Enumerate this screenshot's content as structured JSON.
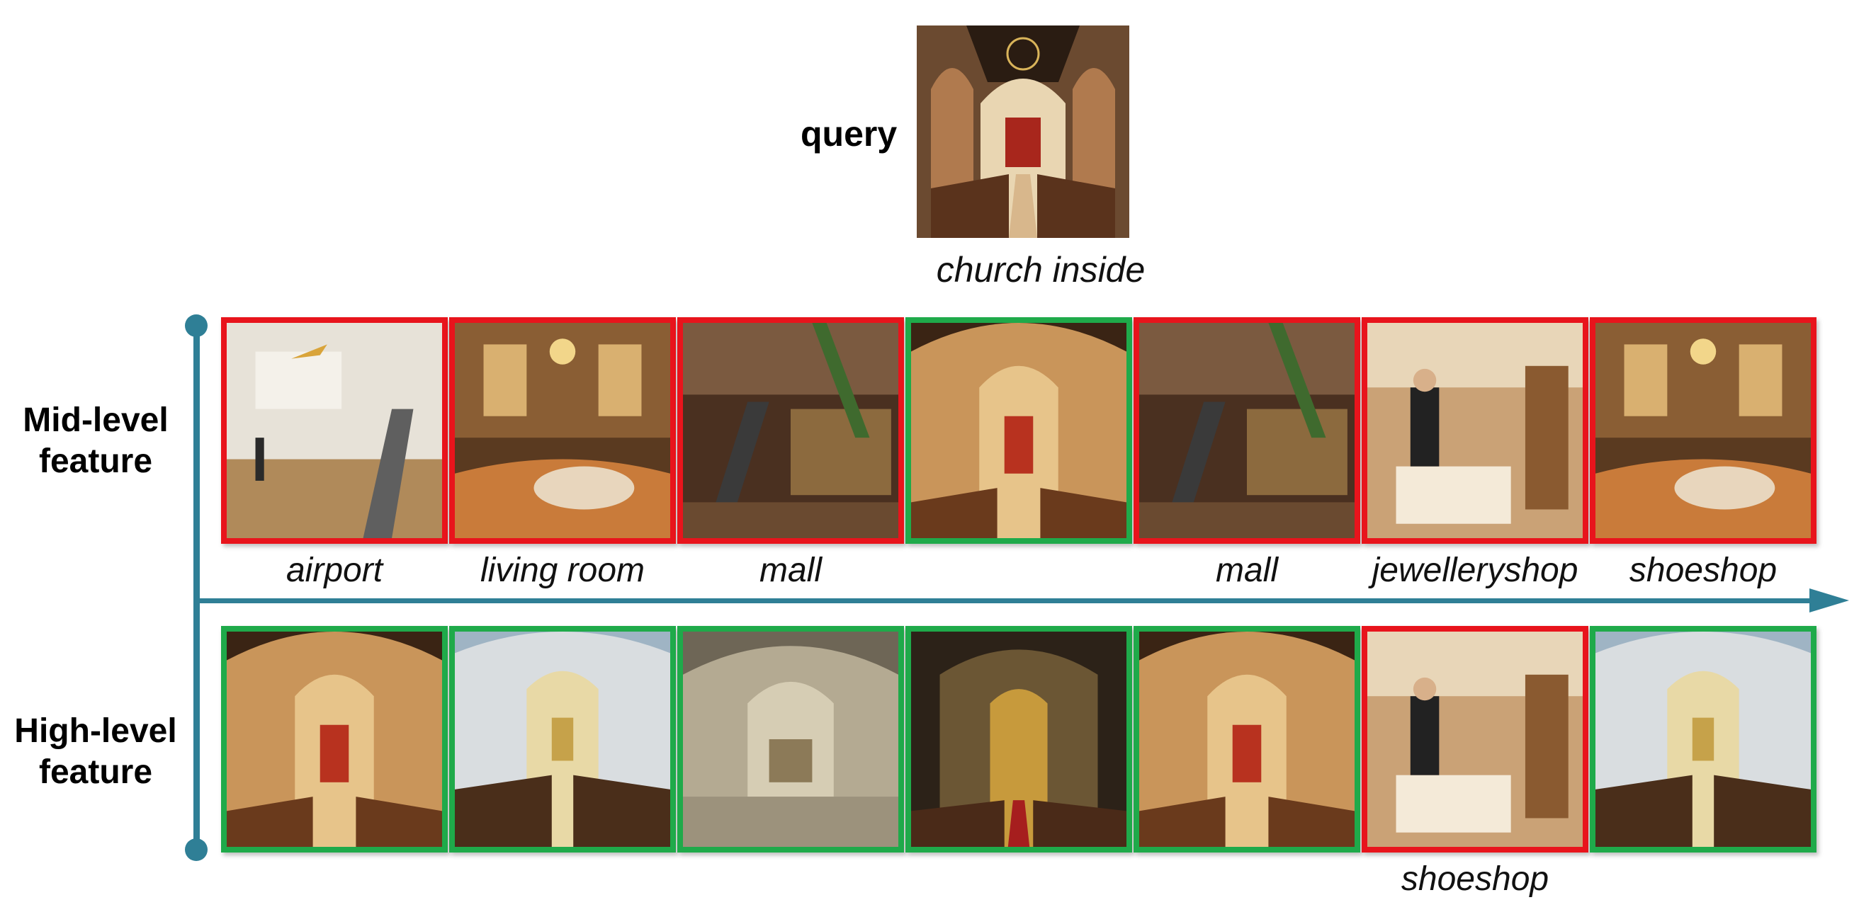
{
  "query": {
    "label": "query",
    "caption": "church inside"
  },
  "rows": {
    "mid": {
      "label_line1": "Mid-level",
      "label_line2": "feature"
    },
    "high": {
      "label_line1": "High-level",
      "label_line2": "feature"
    }
  },
  "colors": {
    "correct": "#1faa4a",
    "incorrect": "#e8141c",
    "axis": "#2f7f96"
  },
  "mid_results": [
    {
      "caption": "airport",
      "match": false,
      "scene": "airport"
    },
    {
      "caption": "living room",
      "match": false,
      "scene": "livingroom"
    },
    {
      "caption": "mall",
      "match": false,
      "scene": "mall"
    },
    {
      "caption": "",
      "match": true,
      "scene": "church"
    },
    {
      "caption": "mall",
      "match": false,
      "scene": "mall"
    },
    {
      "caption": "jewelleryshop",
      "match": false,
      "scene": "shop"
    },
    {
      "caption": "shoeshop",
      "match": false,
      "scene": "livingroom"
    }
  ],
  "high_results": [
    {
      "caption": "",
      "match": true,
      "scene": "church"
    },
    {
      "caption": "",
      "match": true,
      "scene": "church-light"
    },
    {
      "caption": "",
      "match": true,
      "scene": "church-stone"
    },
    {
      "caption": "",
      "match": true,
      "scene": "church-dark"
    },
    {
      "caption": "",
      "match": true,
      "scene": "church"
    },
    {
      "caption": "shoeshop",
      "match": false,
      "scene": "shop"
    },
    {
      "caption": "",
      "match": true,
      "scene": "church-light"
    }
  ]
}
